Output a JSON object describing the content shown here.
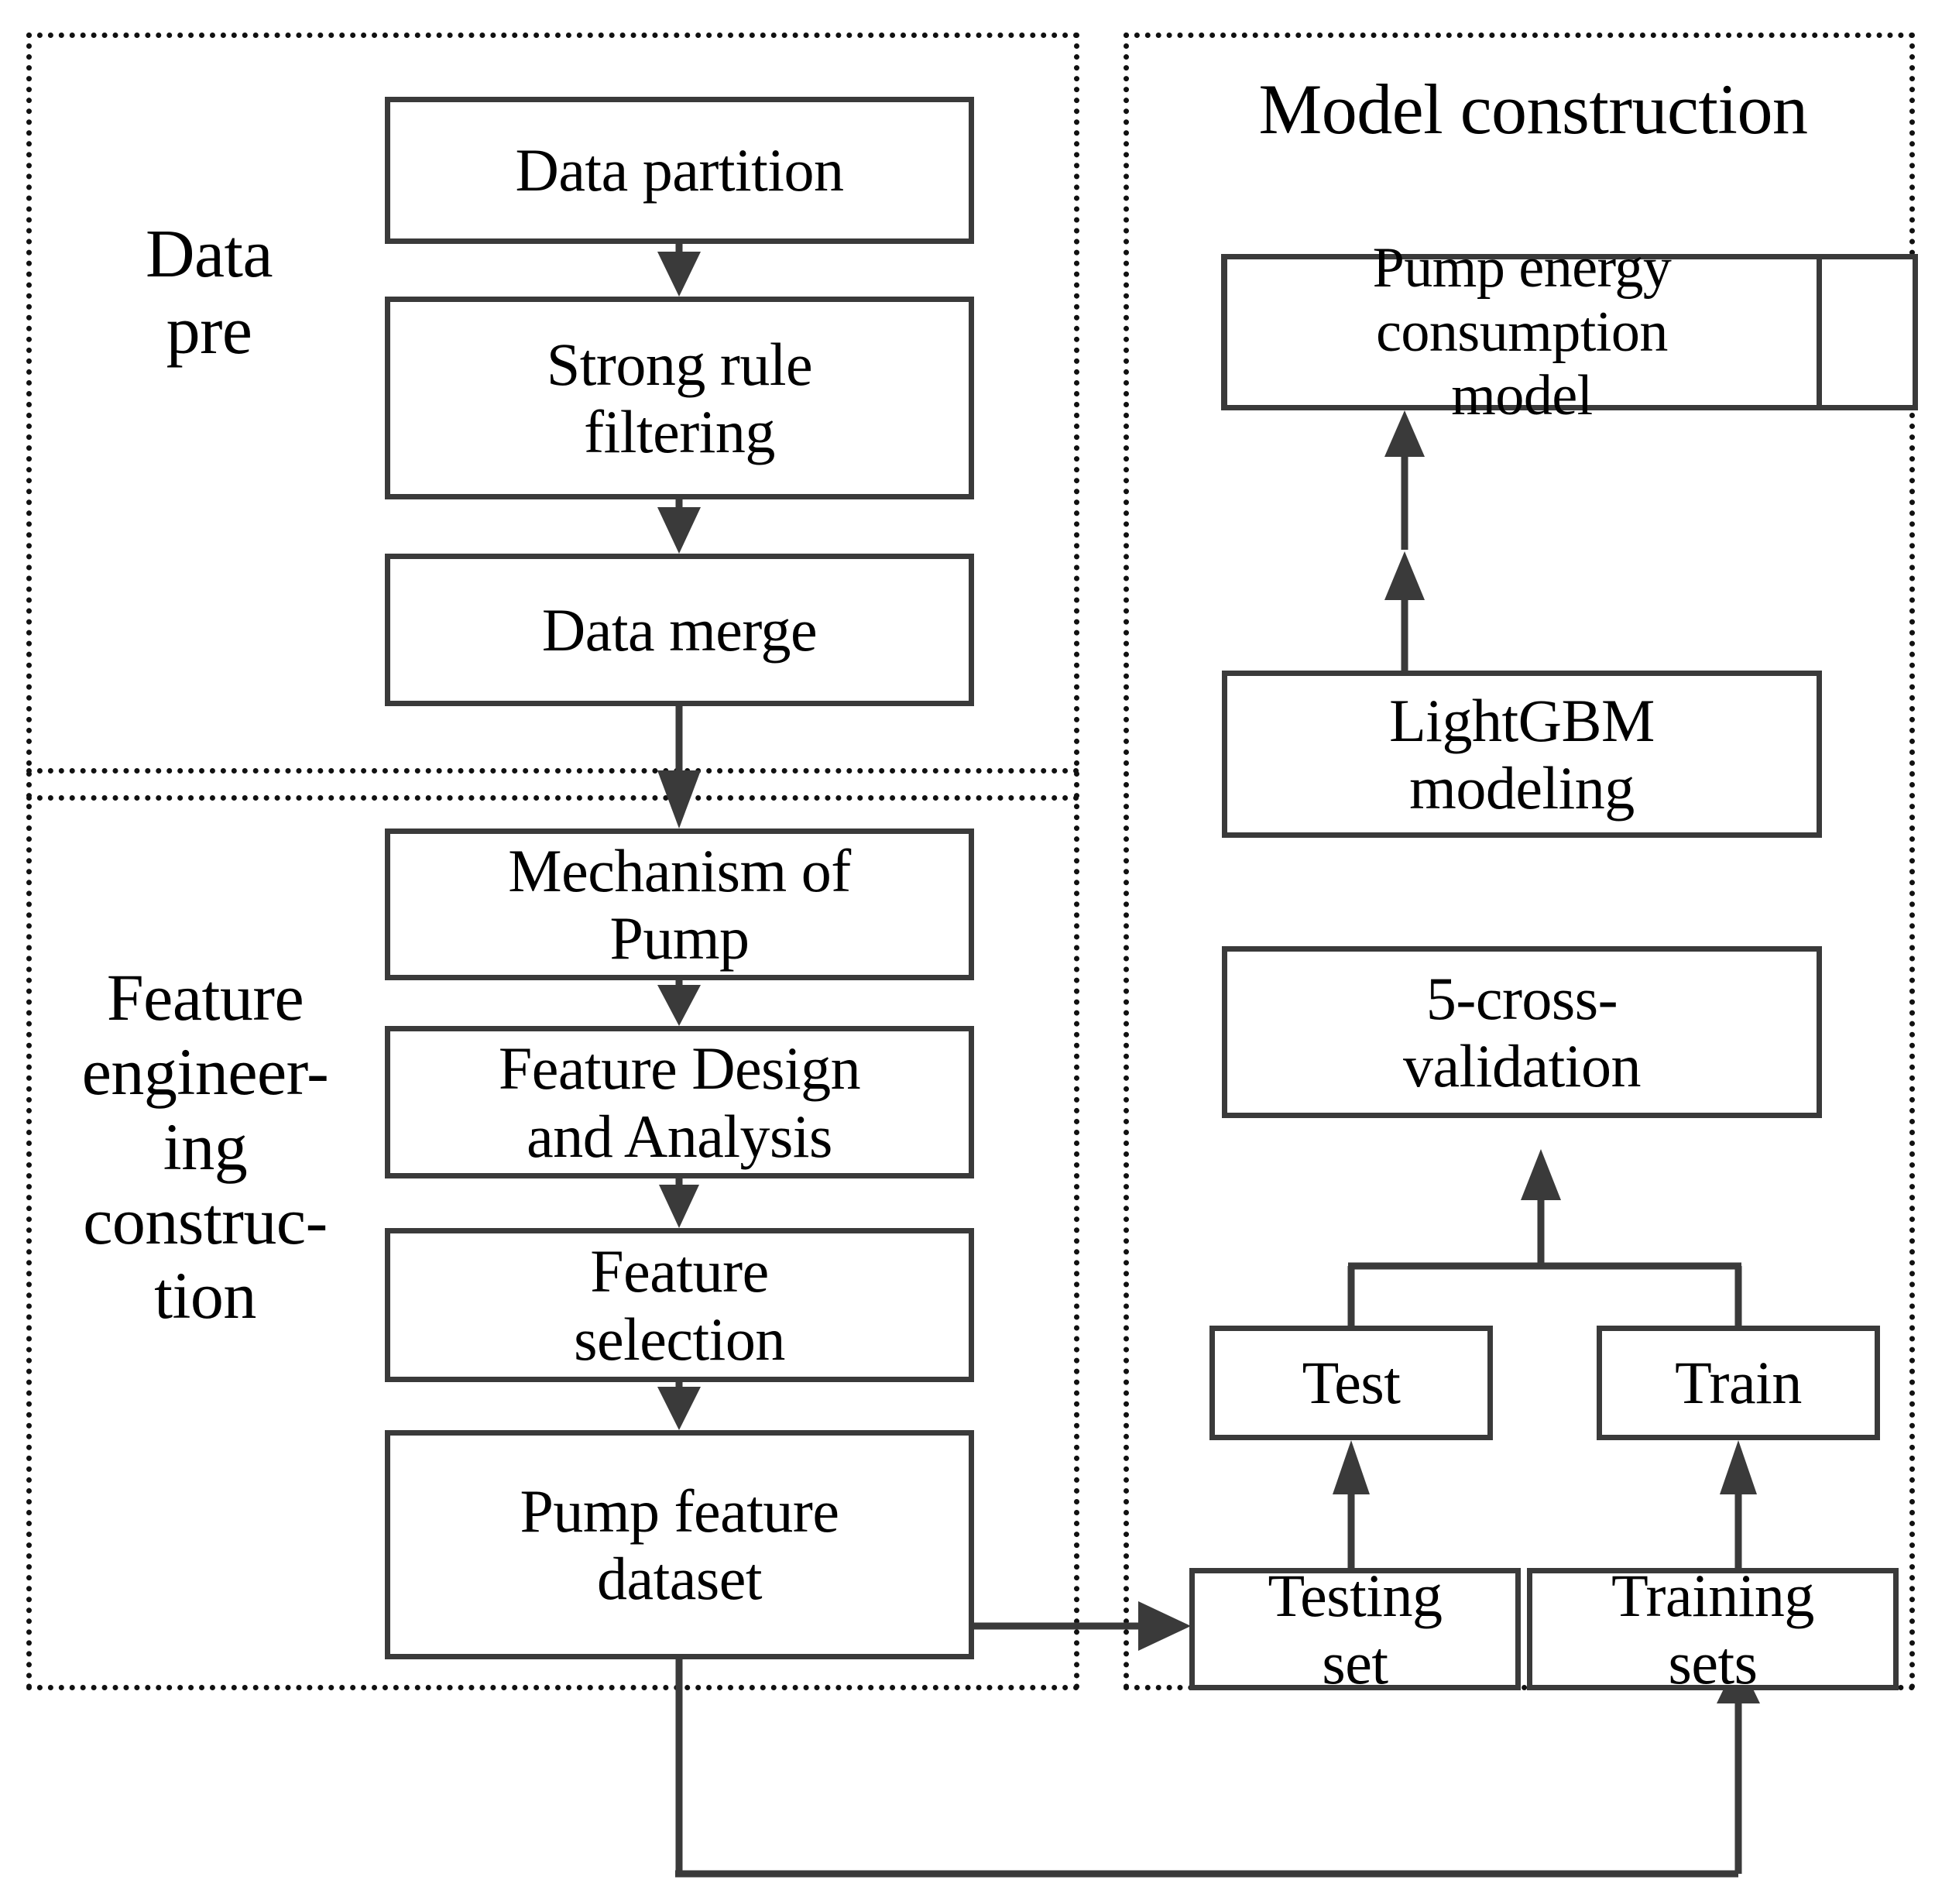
{
  "diagram": {
    "title": "Pump energy consumption modeling workflow",
    "type": "flowchart",
    "background_color": "#ffffff",
    "box_border_color": "#3a3a3a",
    "panel_border_color": "#111111",
    "text_color": "#000000"
  },
  "panels": {
    "data_pre": {
      "label": "Data\npre"
    },
    "feature_engineering": {
      "label": "Feature\nengineer-\ning\nconstruc-\ntion"
    },
    "model_construction": {
      "label": "Model construction"
    }
  },
  "nodes": {
    "data_partition": {
      "label": "Data partition"
    },
    "strong_rule_filtering": {
      "label": "Strong rule\nfiltering"
    },
    "data_merge": {
      "label": "Data merge"
    },
    "mechanism_of_pump": {
      "label": "Mechanism of\nPump"
    },
    "feature_design_and_analysis": {
      "label": "Feature Design\nand Analysis"
    },
    "feature_selection": {
      "label": "Feature\nselection"
    },
    "pump_feature_dataset": {
      "label": "Pump feature\ndataset"
    },
    "pump_energy_consumption_model": {
      "label": "Pump energy\nconsumption\nmodel"
    },
    "lightgbm_modeling": {
      "label": "LightGBM\nmodeling"
    },
    "cross_validation": {
      "label": "5-cross-\nvalidation"
    },
    "test": {
      "label": "Test"
    },
    "train": {
      "label": "Train"
    },
    "testing_set": {
      "label": "Testing\nset"
    },
    "training_sets": {
      "label": "Training\nsets"
    }
  },
  "edges": [
    {
      "from": "data_partition",
      "to": "strong_rule_filtering",
      "kind": "arrow-down"
    },
    {
      "from": "strong_rule_filtering",
      "to": "data_merge",
      "kind": "arrow-down"
    },
    {
      "from": "data_merge",
      "to": "mechanism_of_pump",
      "kind": "arrow-down"
    },
    {
      "from": "mechanism_of_pump",
      "to": "feature_design_and_analysis",
      "kind": "arrow-down"
    },
    {
      "from": "feature_design_and_analysis",
      "to": "feature_selection",
      "kind": "arrow-down"
    },
    {
      "from": "feature_selection",
      "to": "pump_feature_dataset",
      "kind": "arrow-down"
    },
    {
      "from": "pump_feature_dataset",
      "to": "testing_set",
      "kind": "arrow-right"
    },
    {
      "from": "testing_set",
      "to": "test",
      "kind": "arrow-up"
    },
    {
      "from": "training_sets",
      "to": "train",
      "kind": "arrow-up"
    },
    {
      "from": "test+train",
      "to": "cross_validation",
      "kind": "merge-arrow-up"
    },
    {
      "from": "cross_validation",
      "to": "lightgbm_modeling",
      "kind": "arrow-up"
    },
    {
      "from": "lightgbm_modeling",
      "to": "pump_energy_consumption_model",
      "kind": "arrow-up"
    },
    {
      "from": "pump_feature_dataset",
      "to": "training_sets",
      "kind": "feedback-loop-bottom"
    }
  ]
}
